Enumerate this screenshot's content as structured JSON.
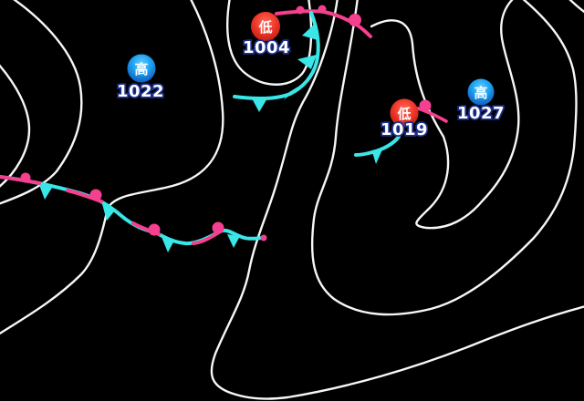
{
  "map": {
    "title": "surface-pressure-weather-map",
    "colors": {
      "background": "#000000",
      "isobar": "#ffffff",
      "warm_front": "#f53f8f",
      "cold_front": "#39e6e8",
      "high_blue": "#1c9af0",
      "low_red": "#f0392e",
      "label_text": "#ffffff",
      "label_outline": "#1c2f8c"
    },
    "pressure_systems": [
      {
        "id": "high-1022",
        "type": "high",
        "symbol": "高",
        "value": "1022"
      },
      {
        "id": "low-1004",
        "type": "low",
        "symbol": "低",
        "value": "1004"
      },
      {
        "id": "low-1019",
        "type": "low",
        "symbol": "低",
        "value": "1019"
      },
      {
        "id": "high-1027",
        "type": "high",
        "symbol": "高",
        "value": "1027"
      }
    ],
    "fronts": [
      {
        "id": "warm-front-1004",
        "kind": "warm"
      },
      {
        "id": "cold-front-1004",
        "kind": "cold"
      },
      {
        "id": "warm-front-1019",
        "kind": "warm"
      },
      {
        "id": "cold-front-1019",
        "kind": "cold"
      },
      {
        "id": "stationary-front-west",
        "kind": "stationary"
      }
    ]
  }
}
